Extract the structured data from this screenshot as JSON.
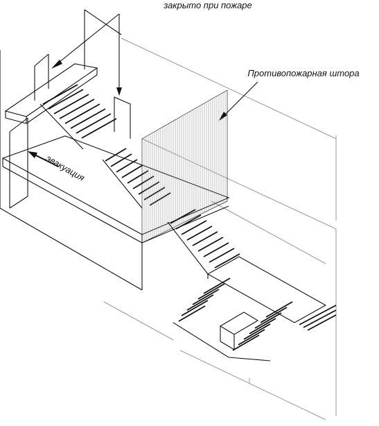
{
  "labels": {
    "closed_in_fire": "закрыто при пожаре",
    "fire_curtain": "Противопожарная штора",
    "evacuation": "эвакуация"
  }
}
